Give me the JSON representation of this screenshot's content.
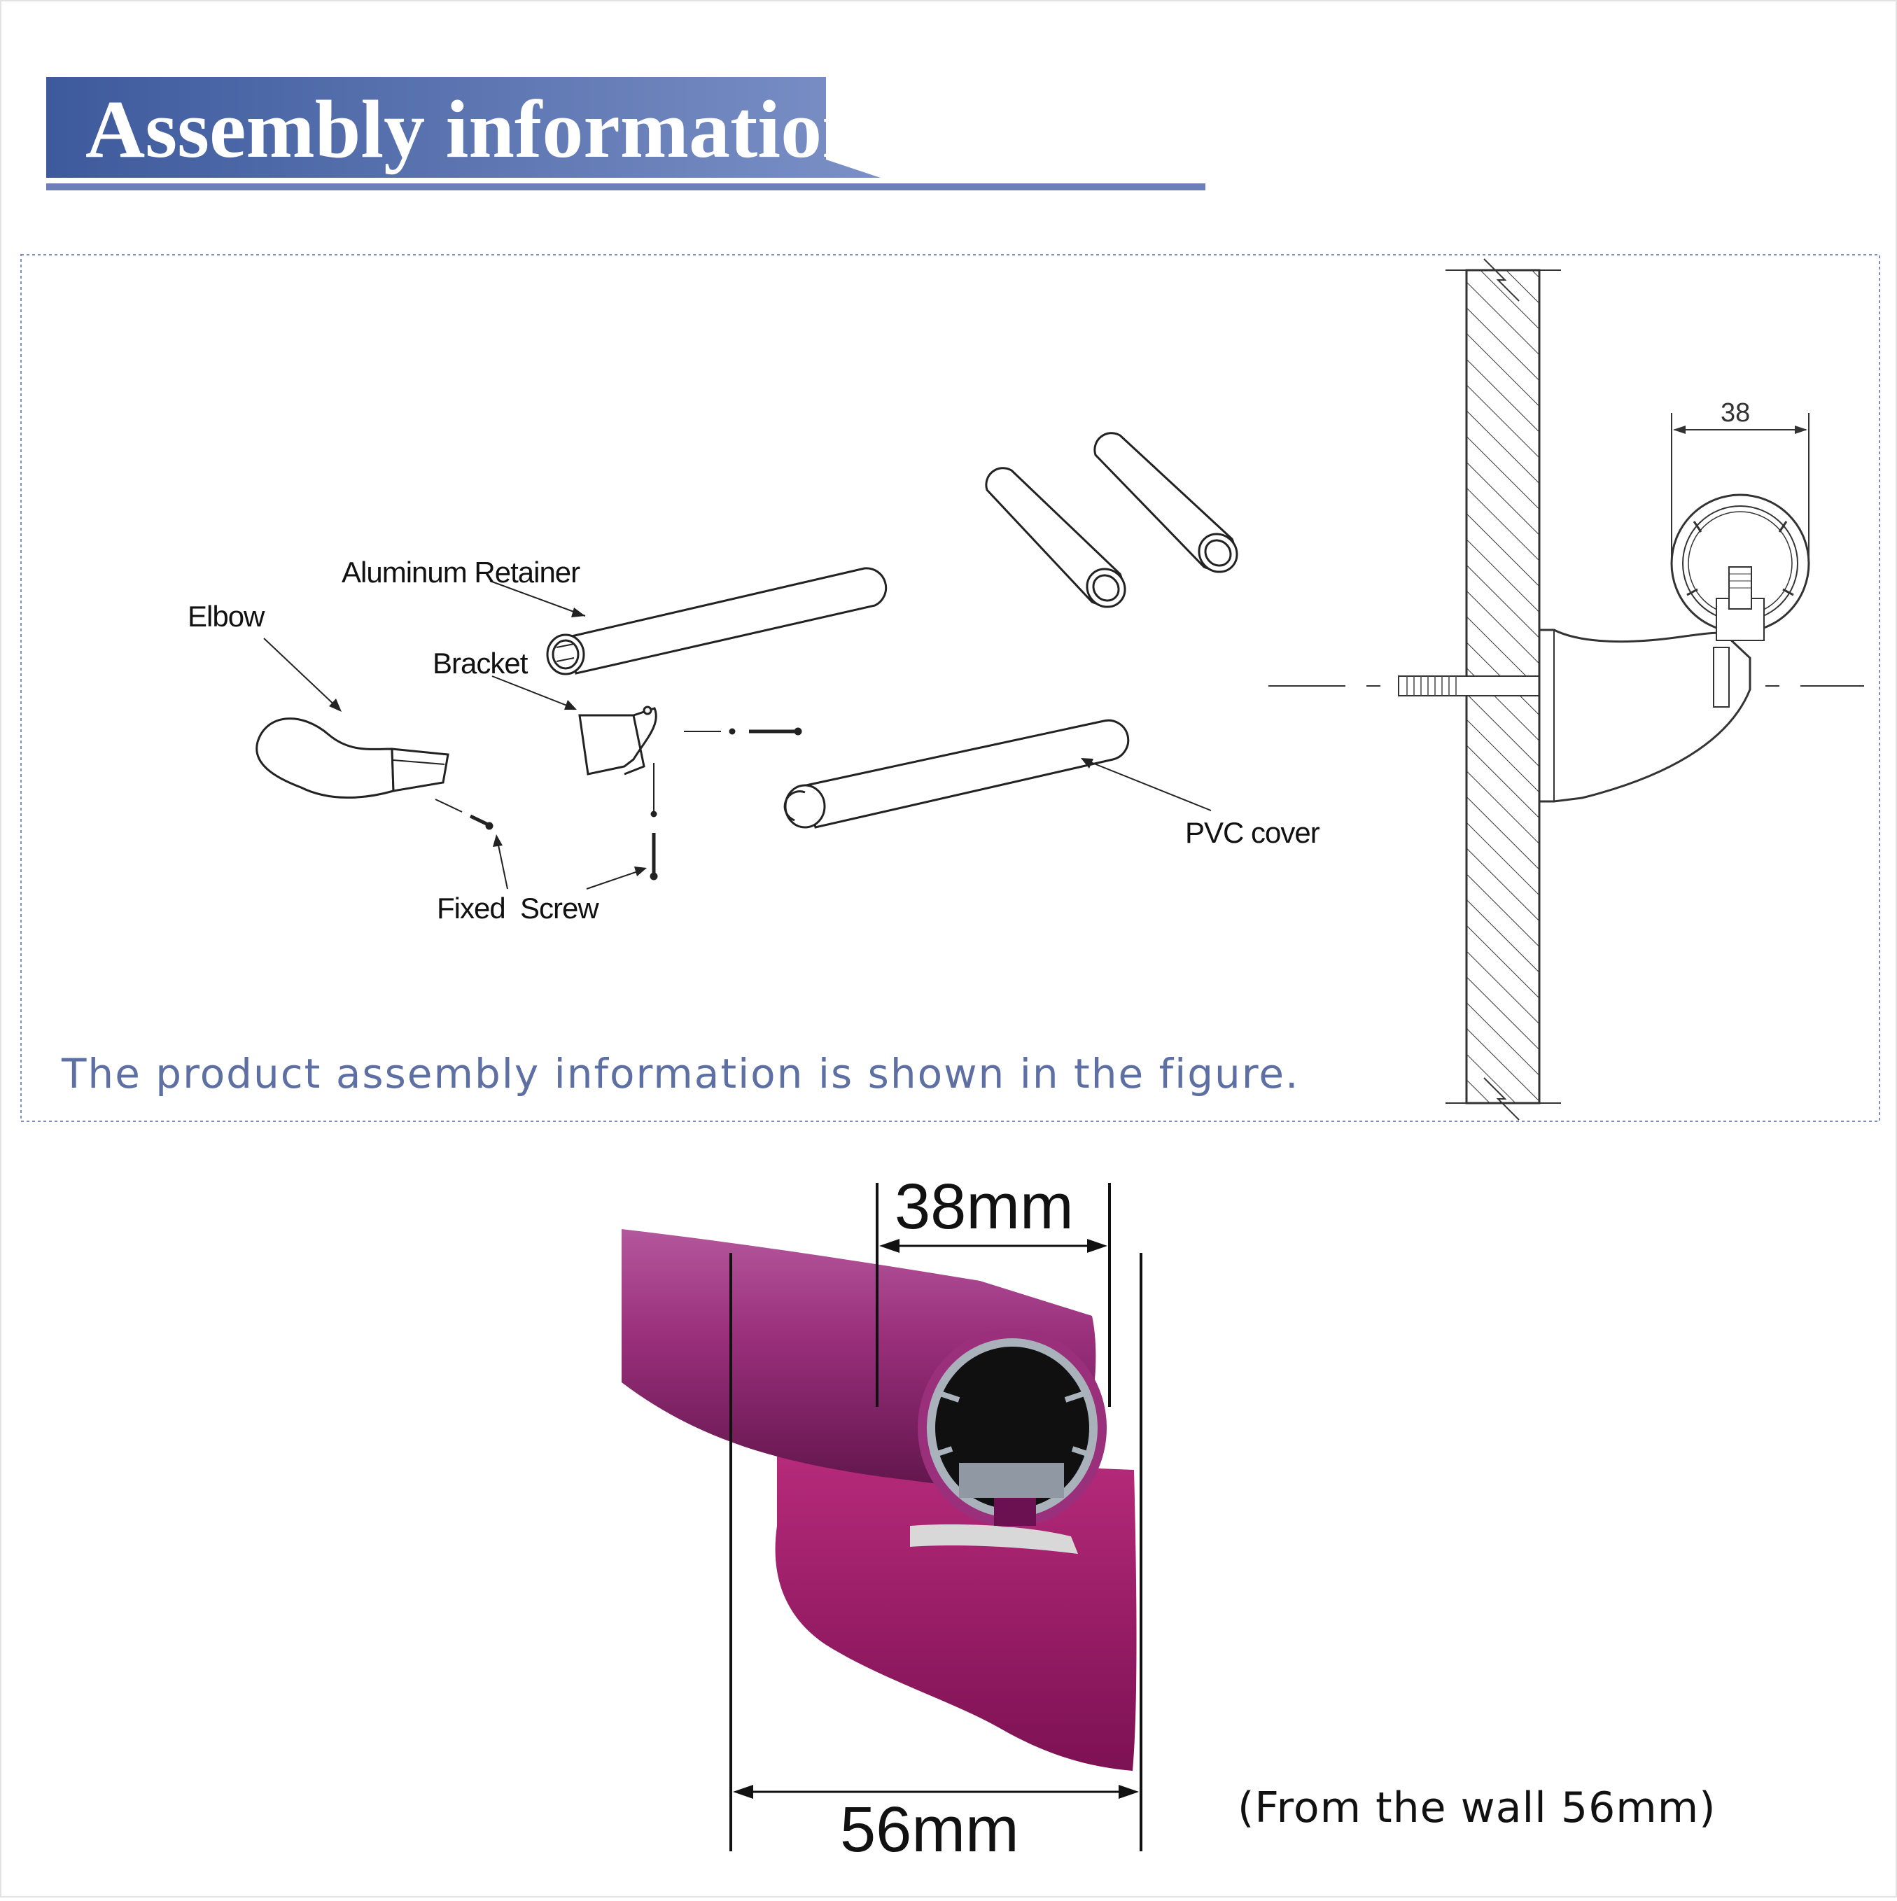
{
  "header": {
    "title": "Assembly information",
    "colors": {
      "banner_dark": "#3d5a9c",
      "banner_light": "#7b90c6",
      "underline": "#6d7fb8"
    }
  },
  "diagram": {
    "labels": {
      "aluminum_retainer": "Aluminum Retainer",
      "elbow": "Elbow",
      "bracket": "Bracket",
      "pvc_cover": "PVC cover",
      "fixed_screw": "Fixed  Screw"
    },
    "section_dimension": "38",
    "caption": "The product assembly information is shown in the figure."
  },
  "photo": {
    "dimension_top": "38mm",
    "dimension_bottom": "56mm",
    "note": "(From the wall 56mm)",
    "colors": {
      "cover": "#8a1f6e",
      "bracket": "#a4206f",
      "aluminum": "#9aa3ad"
    }
  }
}
